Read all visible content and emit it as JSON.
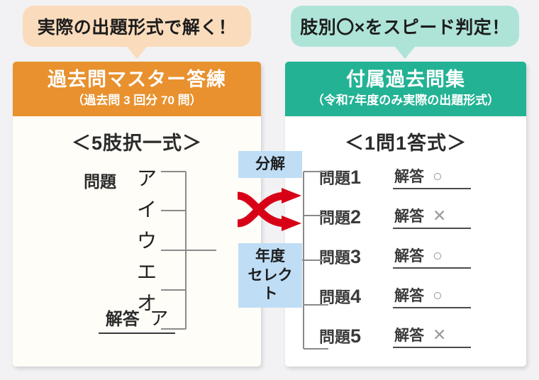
{
  "background_color": "#f2f2f4",
  "bubbles": {
    "left": {
      "text": "実際の出題形式で解く！",
      "color": "#fadcbc"
    },
    "right": {
      "text": "肢別〇×をスピード判定！",
      "color": "#aee4d8"
    }
  },
  "left_panel": {
    "header": {
      "title": "過去問マスター答練",
      "subtitle": "（過去問 3 回分 70 問）",
      "color": "#e8912e"
    },
    "format_title": "＜5肢択一式＞",
    "question_label": "問題",
    "choices": [
      "ア",
      "イ",
      "ウ",
      "エ",
      "オ"
    ],
    "answer_label": "解答",
    "answer_value": "ア"
  },
  "right_panel": {
    "header": {
      "title": "付属過去問集",
      "subtitle": "（令和7年度のみ実際の出題形式）",
      "color": "#23b294"
    },
    "format_title": "＜1問1答式＞",
    "rows": [
      {
        "question_label": "問題",
        "number": "1",
        "answer_label": "解答",
        "mark": "○",
        "mark_name": "circle-mark"
      },
      {
        "question_label": "問題",
        "number": "2",
        "answer_label": "解答",
        "mark": "✕",
        "mark_name": "cross-mark"
      },
      {
        "question_label": "問題",
        "number": "3",
        "answer_label": "解答",
        "mark": "○",
        "mark_name": "circle-mark"
      },
      {
        "question_label": "問題",
        "number": "4",
        "answer_label": "解答",
        "mark": "○",
        "mark_name": "circle-mark"
      },
      {
        "question_label": "問題",
        "number": "5",
        "answer_label": "解答",
        "mark": "✕",
        "mark_name": "cross-mark"
      }
    ]
  },
  "center": {
    "top_chip": "分解",
    "bottom_chip_line1": "年度",
    "bottom_chip_line2": "セレクト",
    "chip_color": "#bfddf5",
    "arrow_icon": "shuffle-arrows-icon",
    "arrow_color": "#d80017"
  }
}
